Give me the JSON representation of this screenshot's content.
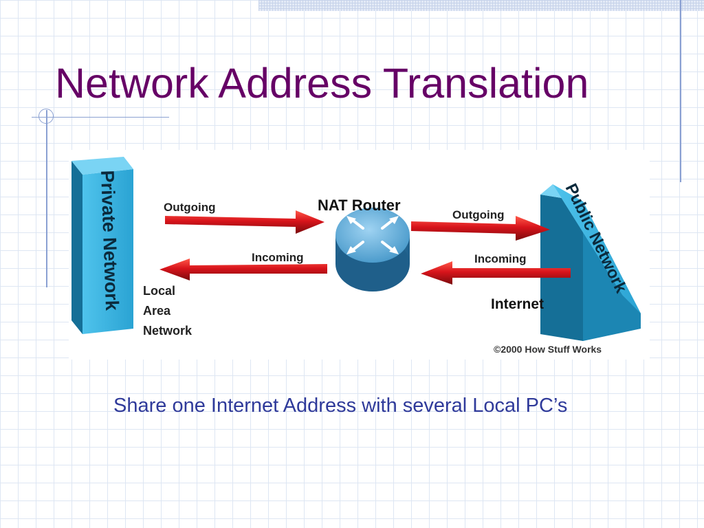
{
  "slide": {
    "title": "Network Address Translation",
    "caption": "Share one Internet Address with several Local PC’s"
  },
  "diagram": {
    "private_network_label": "Private Network",
    "public_network_label": "Public Network",
    "router_label": "NAT Router",
    "left_outgoing": "Outgoing",
    "left_incoming": "Incoming",
    "right_outgoing": "Outgoing",
    "right_incoming": "Incoming",
    "lan_line1": "Local",
    "lan_line2": "Area",
    "lan_line3": "Network",
    "internet_label": "Internet",
    "copyright": "©2000 How Stuff Works"
  },
  "colors": {
    "title": "#660066",
    "caption": "#2f3a9a",
    "arrow": "#d8141b",
    "pillar": "#2aa3d3",
    "router": "#3f93c6"
  }
}
